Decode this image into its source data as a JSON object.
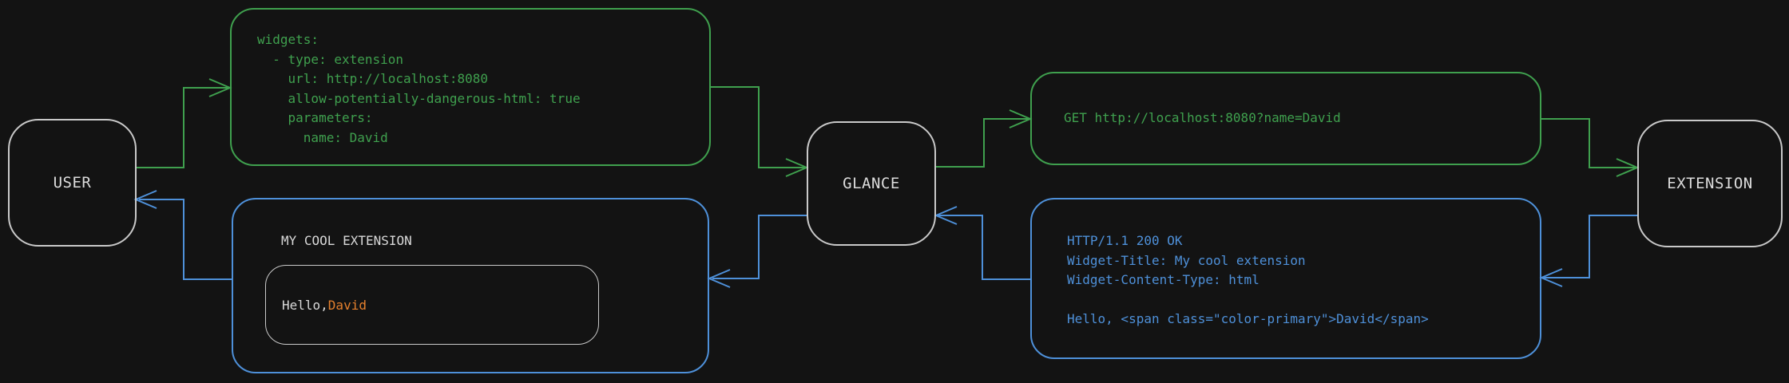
{
  "diagram": {
    "nodes": {
      "user": {
        "label": "USER"
      },
      "glance": {
        "label": "GLANCE"
      },
      "extension": {
        "label": "EXTENSION"
      }
    },
    "config_block": {
      "code": "widgets:\n  - type: extension\n    url: http://localhost:8080\n    allow-potentially-dangerous-html: true\n    parameters:\n      name: David"
    },
    "request_block": {
      "code": "GET http://localhost:8080?name=David"
    },
    "response_block": {
      "code": "HTTP/1.1 200 OK\nWidget-Title: My cool extension\nWidget-Content-Type: html\n\nHello, <span class=\"color-primary\">David</span>"
    },
    "widget_preview": {
      "title": "MY COOL EXTENSION",
      "greeting_prefix": "Hello, ",
      "greeting_name": "David"
    },
    "colors": {
      "background": "#131313",
      "request_flow_green": "#3fa04e",
      "response_flow_blue": "#4e90d9",
      "node_border_gray": "#c9c9c9",
      "text_gray": "#d9d9d9",
      "accent_orange": "#e5802d"
    }
  }
}
